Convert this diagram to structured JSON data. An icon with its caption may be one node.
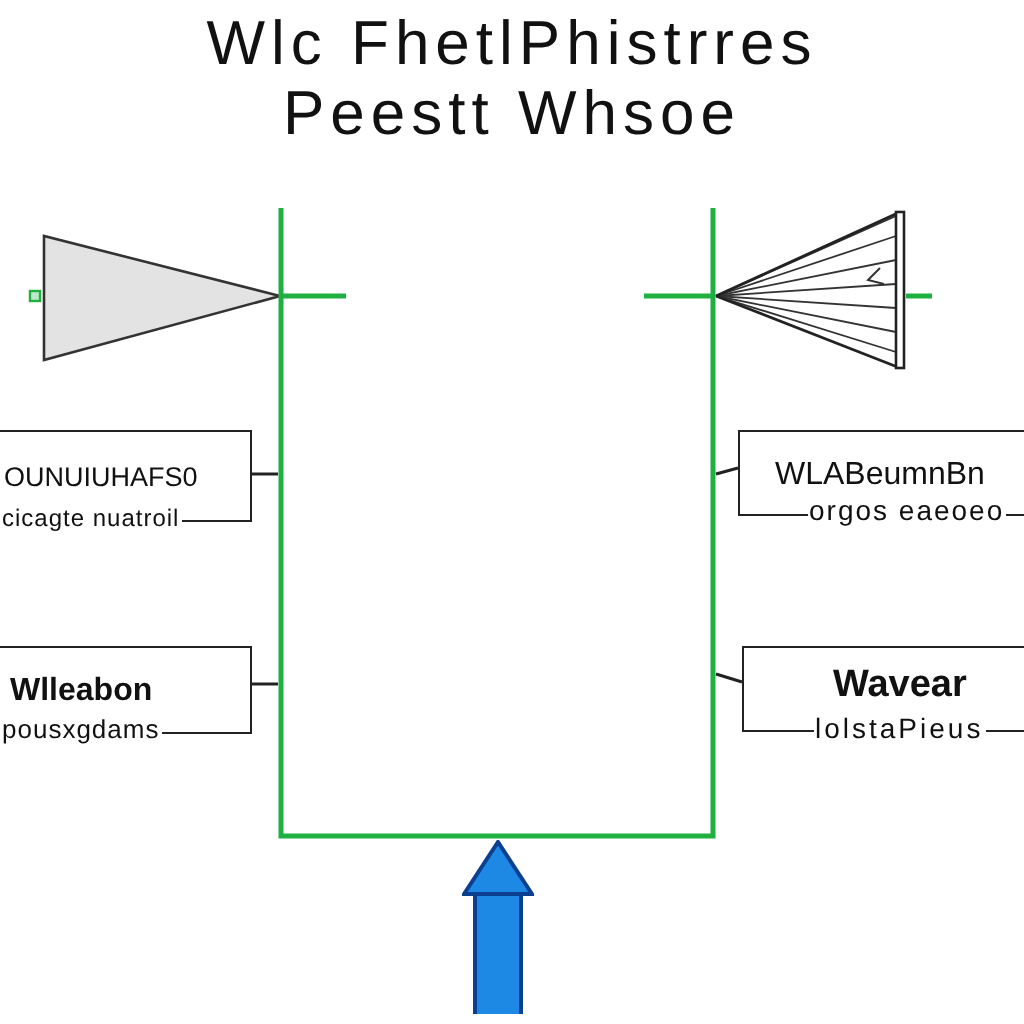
{
  "diagram": {
    "title": "Wlc FhetlPhistrres Peestt Whsoe",
    "nodes": [
      {
        "text": [],
        "shape": "frame"
      },
      {
        "text": [
          "OUNUIUHAFS0",
          "cicagte nuatroil"
        ]
      },
      {
        "text": [
          "WLABeumnBn",
          "orgos eaeoeo"
        ]
      },
      {
        "text": [
          "Wlleabon",
          "pousxgdams"
        ]
      },
      {
        "text": [
          "Wavear",
          "lolstaPieus"
        ]
      }
    ],
    "edges": [
      {
        "from": 1,
        "to": 0,
        "arrow": "none"
      },
      {
        "from": 2,
        "to": 0,
        "arrow": "none"
      },
      {
        "from": 3,
        "to": 0,
        "arrow": "none"
      },
      {
        "from": 4,
        "to": 0,
        "arrow": "none"
      },
      {
        "from": null,
        "to": 0,
        "arrow": "to",
        "style": "thick",
        "color": "#1e88e5"
      }
    ]
  }
}
